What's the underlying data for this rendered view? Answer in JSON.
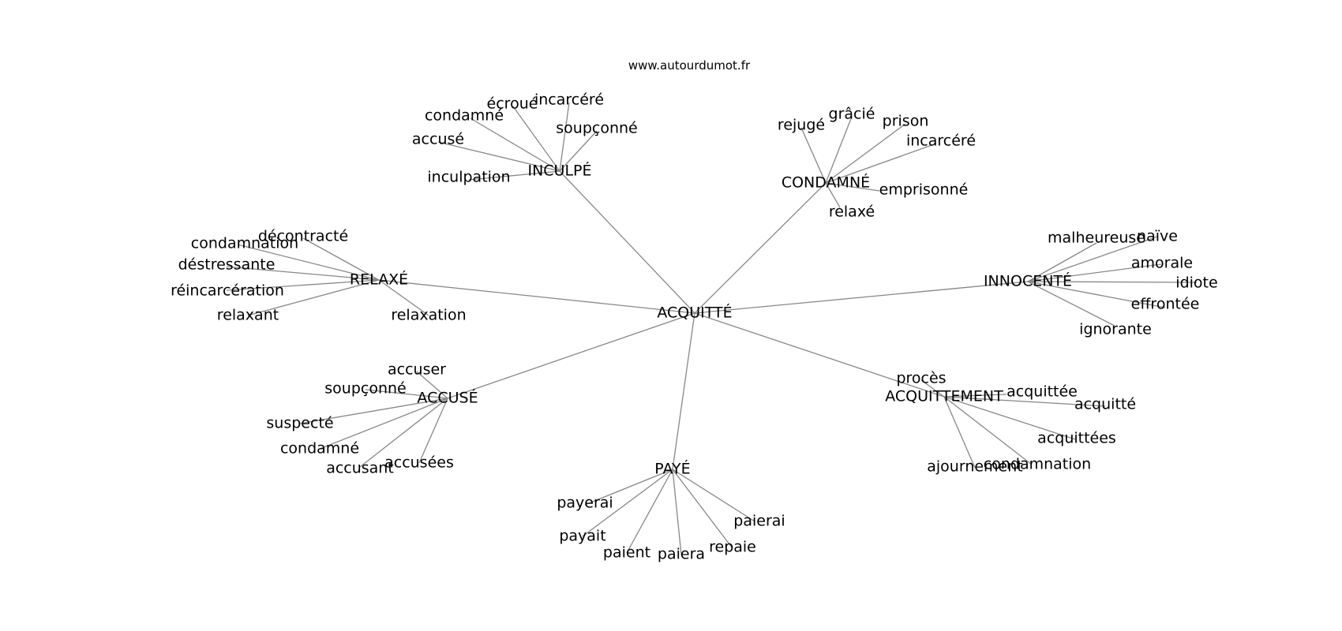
{
  "source": "www.autourdumot.fr",
  "root": "ACQUITTÉ",
  "hubs": [
    {
      "id": "inculpe",
      "label": "INCULPÉ",
      "leaves": [
        "incarcéré",
        "écroué",
        "condamné",
        "accusé",
        "inculpation",
        "soupçonné"
      ]
    },
    {
      "id": "condamne",
      "label": "CONDAMNÉ",
      "leaves": [
        "grâcié",
        "rejugé",
        "prison",
        "incarcéré",
        "emprisonné",
        "relaxé"
      ]
    },
    {
      "id": "relaxe",
      "label": "RELAXÉ",
      "leaves": [
        "décontracté",
        "condamnation",
        "déstressante",
        "réincarcération",
        "relaxant",
        "relaxation"
      ]
    },
    {
      "id": "innocente",
      "label": "INNOCENTÉ",
      "leaves": [
        "malheureuse",
        "naïve",
        "amorale",
        "idiote",
        "effrontée",
        "ignorante"
      ]
    },
    {
      "id": "accuse",
      "label": "ACCUSÉ",
      "leaves": [
        "accuser",
        "soupçonné",
        "suspecté",
        "condamné",
        "accusant",
        "accusées"
      ]
    },
    {
      "id": "acquittement",
      "label": "ACQUITTEMENT",
      "leaves": [
        "procès",
        "acquittée",
        "acquitté",
        "acquittées",
        "condamnation",
        "ajournement"
      ]
    },
    {
      "id": "paye",
      "label": "PAYÉ",
      "leaves": [
        "payerai",
        "payait",
        "paient",
        "paiera",
        "repaie",
        "paierai"
      ]
    }
  ]
}
